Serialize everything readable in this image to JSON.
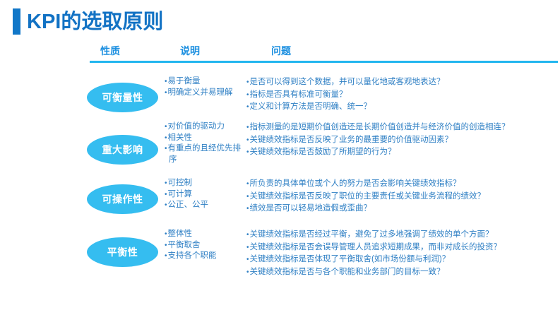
{
  "slide": {
    "title": "KPI的选取原则",
    "accent_color": "#1177c8",
    "title_color": "#1272c4",
    "header_color": "#1b8fe0",
    "rule_color": "#22b6ef",
    "pill_color": "#35bdf0",
    "body_text_color": "#2e7fc4"
  },
  "table": {
    "headers": {
      "nature": "性质",
      "description": "说明",
      "questions": "问题"
    },
    "rows": [
      {
        "nature": "可衡量性",
        "description": [
          "易于衡量",
          "明确定义并易理解"
        ],
        "questions": [
          "是否可以得到这个数据，并可以量化地或客观地表达？",
          "指标是否具有标准可衡量？",
          "定义和计算方法是否明确、统一？"
        ]
      },
      {
        "nature": "重大影响",
        "description": [
          "对价值的驱动力",
          "相关性",
          "有重点的且经优先排序"
        ],
        "questions": [
          "指标测量的是短期价值创造还是长期价值创造并与经济价值的创造相连？",
          "关键绩效指标是否反映了业务的最重要的价值驱动因素？",
          "关键绩效指标是否鼓励了所期望的行为？"
        ]
      },
      {
        "nature": "可操作性",
        "description": [
          "可控制",
          "可计算",
          "公正、公平"
        ],
        "questions": [
          "所负责的具体单位或个人的努力是否会影响关键绩效指标？",
          "关键绩效指标是否反映了职位的主要责任或关键业务流程的绩效？",
          "绩效是否可以轻易地造假或歪曲？"
        ]
      },
      {
        "nature": "平衡性",
        "description": [
          "整体性",
          "平衡取舍",
          "支持各个职能"
        ],
        "questions": [
          "关键绩效指标是否经过平衡，避免了过多地强调了绩效的单个方面？",
          "关键绩效指标是否会误导管理人员追求短期成果，而非对成长的投资？",
          "关键绩效指标是否体现了平衡取舍(如市场份额与利润)？",
          "关键绩效指标是否与各个职能和业务部门的目标一致？"
        ]
      }
    ]
  }
}
